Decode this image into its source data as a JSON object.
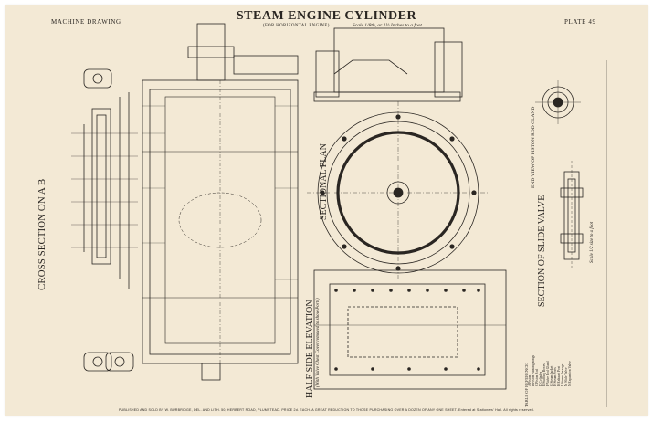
{
  "header": {
    "left": "MACHINE DRAWING",
    "title": "STEAM ENGINE CYLINDER",
    "subtitle": "(FOR HORIZONTAL ENGINE)",
    "scale": "Scale 1/8th, or 1½ Inches to a foot",
    "plate": "PLATE 49"
  },
  "views": {
    "cross_section": "CROSS SECTION ON A B",
    "sectional_plan": "SECTIONAL PLAN",
    "half_side_elevation": "HALF SIDE ELEVATION",
    "half_side_note": "(With Valve Chest Cover removed to show Ports)",
    "end_view": "END VIEW OF PISTON ROD GLAND",
    "slide_valve": "SECTION OF SLIDE VALVE",
    "slide_scale": "Scale 1/2 size to a foot"
  },
  "references": {
    "heading": "TABLE OF REFERENCE",
    "items": [
      "A Piston",
      "B Piston Packing Rings",
      "C Piston Rod",
      "D Cylinder",
      "E Stuffing Boxes",
      "F Valve Rod Gland",
      "G Steam Jacket",
      "H Steam Ports",
      "K Exhaust Port",
      "L Steam Passage",
      "M Slide Valve",
      "N Expansion Valve"
    ]
  },
  "footer": "PUBLISHED AND SOLD BY W. BURBRIDGE, DEL. AND LITH. 50, HERBERT ROAD, PLUMSTEAD. PRICE 2d. EACH. A GREAT REDUCTION TO THOSE PURCHASING OVER A DOZEN OF ANY ONE SHEET. Entered at Stationers' Hall. All rights reserved.",
  "colors": {
    "paper": "#f3e9d5",
    "ink": "#2a2622"
  }
}
